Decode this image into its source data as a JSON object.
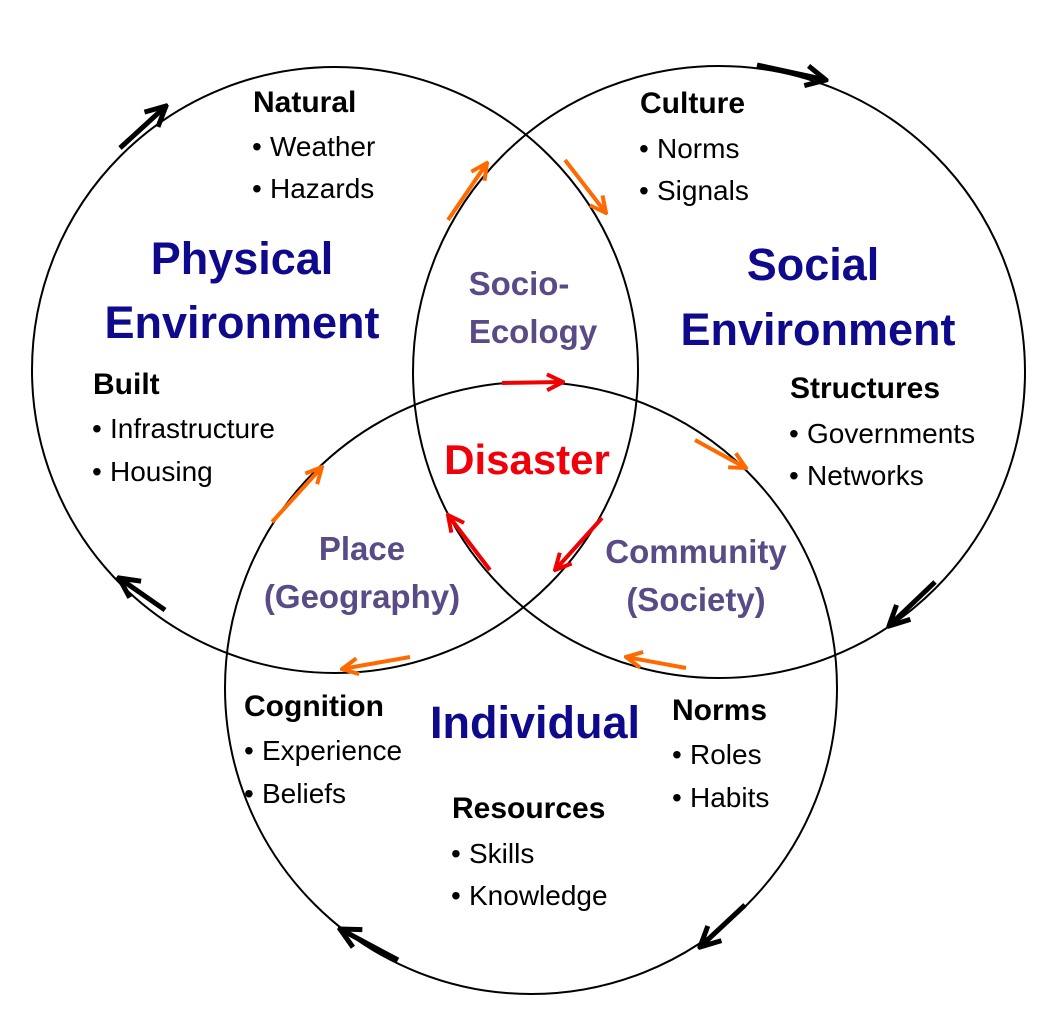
{
  "circles": {
    "physical": {
      "title_line1": "Physical",
      "title_line2": "Environment",
      "natural": {
        "heading": "Natural",
        "items": [
          "Weather",
          "Hazards"
        ]
      },
      "built": {
        "heading": "Built",
        "items": [
          "Infrastructure",
          "Housing"
        ]
      }
    },
    "social": {
      "title_line1": "Social",
      "title_line2": "Environment",
      "culture": {
        "heading": "Culture",
        "items": [
          "Norms",
          "Signals"
        ]
      },
      "structures": {
        "heading": "Structures",
        "items": [
          "Governments",
          "Networks"
        ]
      }
    },
    "individual": {
      "title": "Individual",
      "cognition": {
        "heading": "Cognition",
        "items": [
          "Experience",
          "Beliefs"
        ]
      },
      "norms": {
        "heading": "Norms",
        "items": [
          "Roles",
          "Habits"
        ]
      },
      "resources": {
        "heading": "Resources",
        "items": [
          "Skills",
          "Knowledge"
        ]
      }
    }
  },
  "overlaps": {
    "socio_ecology": [
      "Socio-",
      "Ecology"
    ],
    "place": [
      "Place",
      "(Geography)"
    ],
    "community": [
      "Community",
      "(Society)"
    ],
    "center": "Disaster"
  },
  "bullet": "•",
  "colors": {
    "outer_arrows": "#000000",
    "pair_arrows": "#ff6a00",
    "center_arrows": "#f00000",
    "title": "#0f0a8c",
    "overlap": "#5a4a86",
    "center": "#f0000a"
  }
}
